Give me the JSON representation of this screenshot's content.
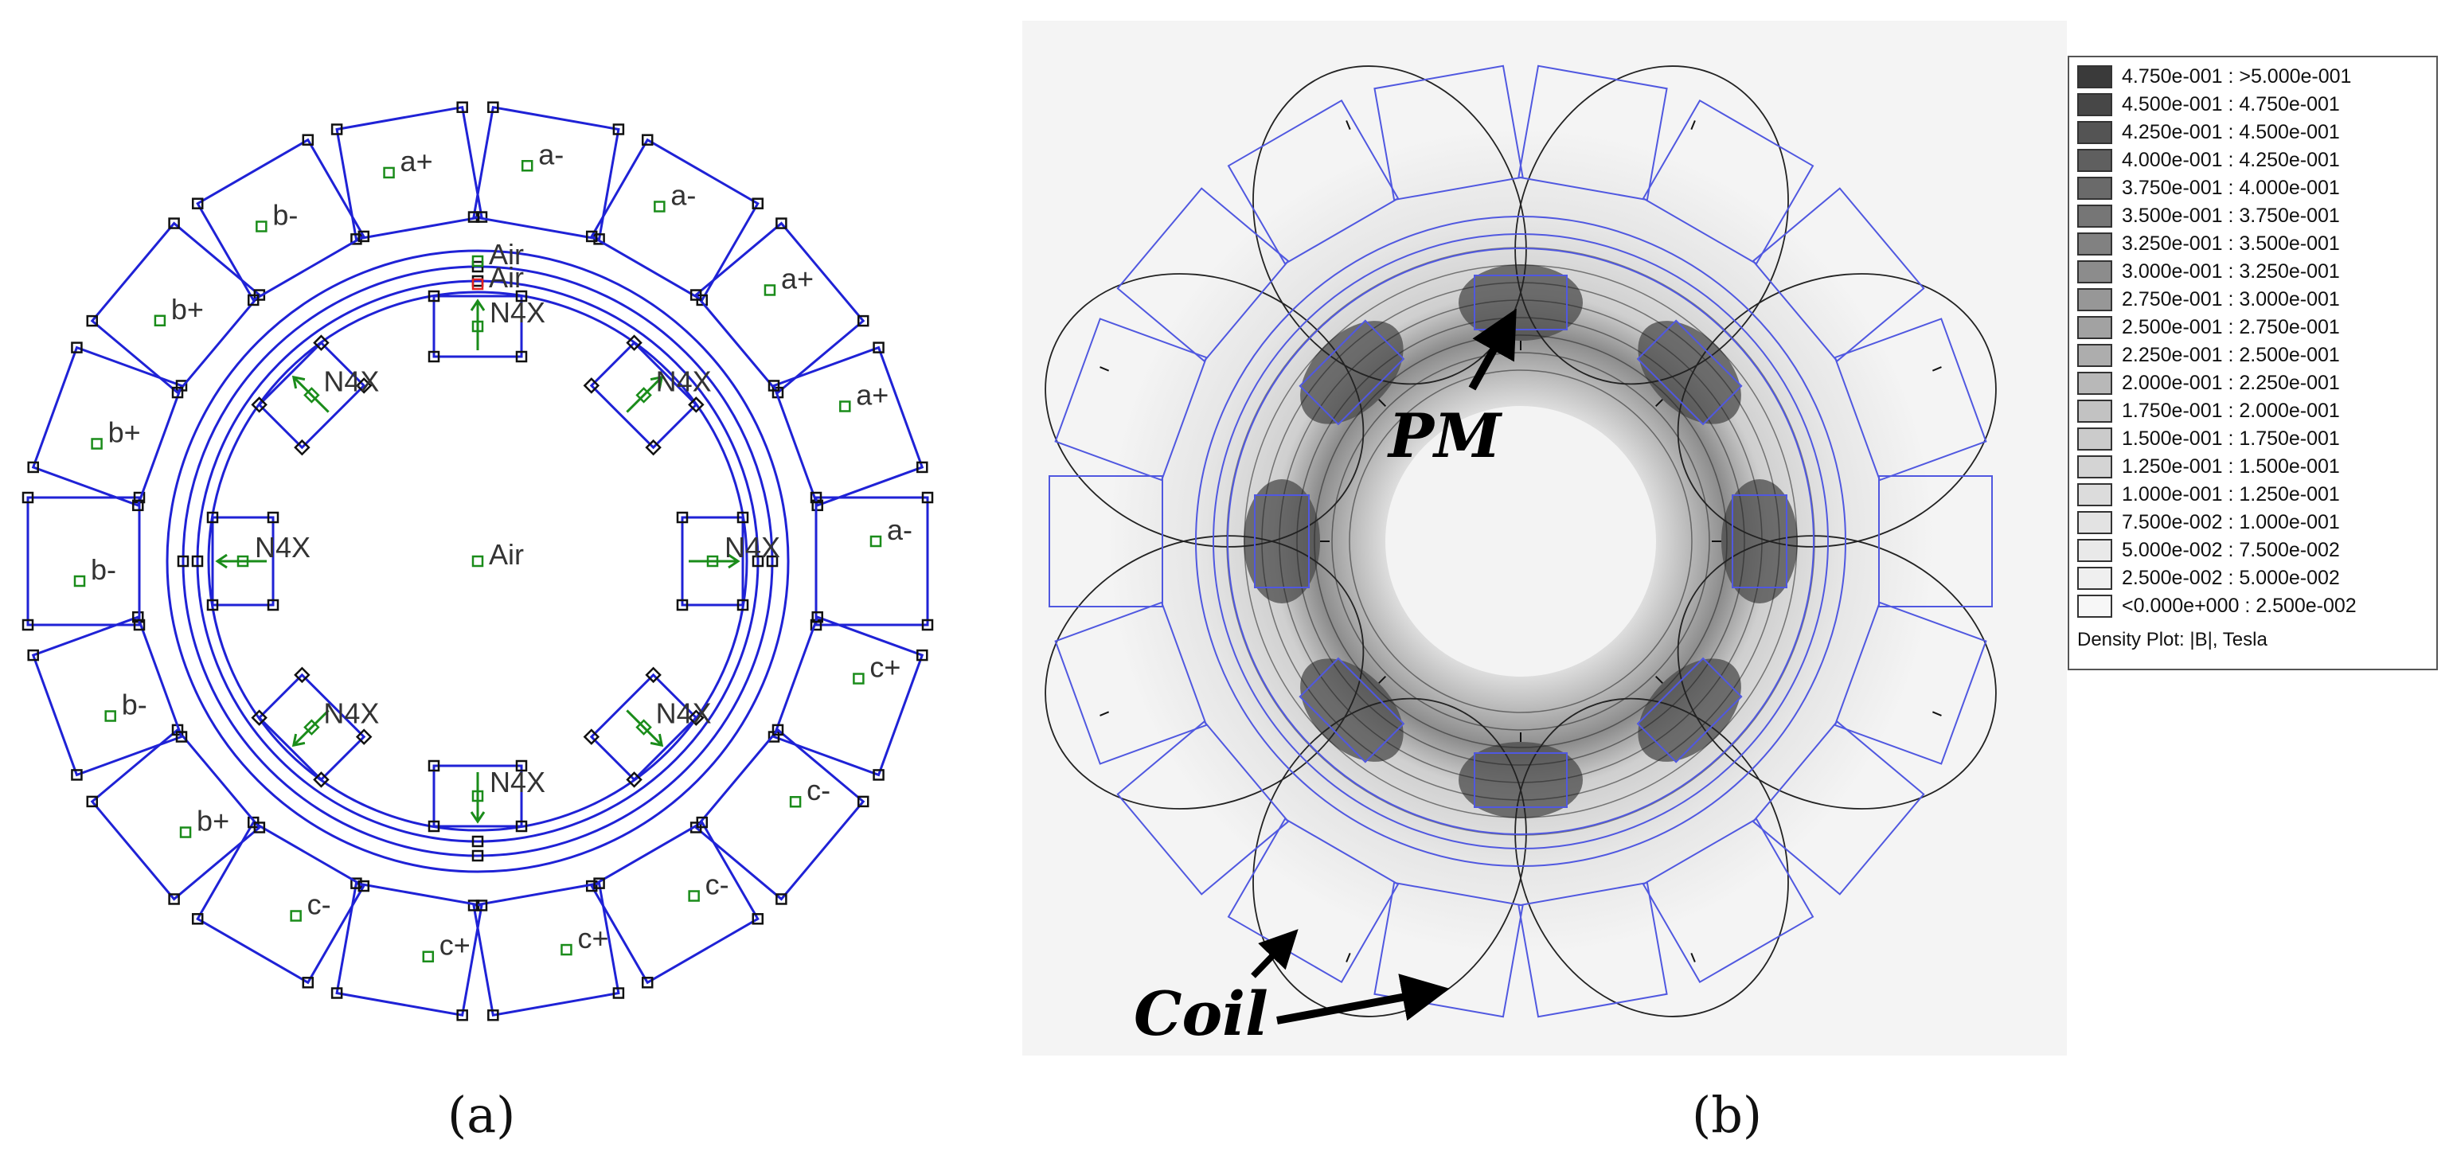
{
  "captions": {
    "a": "(a)",
    "b": "(b)"
  },
  "panel_a": {
    "stator_coils": [
      "a+",
      "a-",
      "a-",
      "a+",
      "a+",
      "a-",
      "c+",
      "c-",
      "c-",
      "c+",
      "c+",
      "c-",
      "b+",
      "b-",
      "b-",
      "b+",
      "b+",
      "b-"
    ],
    "air_labels": [
      "Air",
      "Air",
      "Air"
    ],
    "magnet_label": "N4X",
    "colors": {
      "outline": "#1f22d6",
      "marker": "#1a8c1a",
      "node": "#111111",
      "highlight": "#e02020"
    }
  },
  "panel_b": {
    "annotations": {
      "pm": "PM",
      "coil": "Coil"
    },
    "colors": {
      "outline": "#5058e0",
      "background": "#f4f4f4"
    },
    "legend": {
      "title": "Density Plot: |B|, Tesla",
      "entries": [
        {
          "label": "4.750e-001 : >5.000e-001",
          "color": "#3a3a3a"
        },
        {
          "label": "4.500e-001 : 4.750e-001",
          "color": "#474747"
        },
        {
          "label": "4.250e-001 : 4.500e-001",
          "color": "#545454"
        },
        {
          "label": "4.000e-001 : 4.250e-001",
          "color": "#5f5f5f"
        },
        {
          "label": "3.750e-001 : 4.000e-001",
          "color": "#6a6a6a"
        },
        {
          "label": "3.500e-001 : 3.750e-001",
          "color": "#767676"
        },
        {
          "label": "3.250e-001 : 3.500e-001",
          "color": "#818181"
        },
        {
          "label": "3.000e-001 : 3.250e-001",
          "color": "#8c8c8c"
        },
        {
          "label": "2.750e-001 : 3.000e-001",
          "color": "#979797"
        },
        {
          "label": "2.500e-001 : 2.750e-001",
          "color": "#a2a2a2"
        },
        {
          "label": "2.250e-001 : 2.500e-001",
          "color": "#adadad"
        },
        {
          "label": "2.000e-001 : 2.250e-001",
          "color": "#b8b8b8"
        },
        {
          "label": "1.750e-001 : 2.000e-001",
          "color": "#c2c2c2"
        },
        {
          "label": "1.500e-001 : 1.750e-001",
          "color": "#cbcbcb"
        },
        {
          "label": "1.250e-001 : 1.500e-001",
          "color": "#d4d4d4"
        },
        {
          "label": "1.000e-001 : 1.250e-001",
          "color": "#dcdcdc"
        },
        {
          "label": "7.500e-002 : 1.000e-001",
          "color": "#e3e3e3"
        },
        {
          "label": "5.000e-002 : 7.500e-002",
          "color": "#e9e9e9"
        },
        {
          "label": "2.500e-002 : 5.000e-002",
          "color": "#efefef"
        },
        {
          "label": "<0.000e+000 : 2.500e-002",
          "color": "#f7f7f7"
        }
      ]
    }
  }
}
